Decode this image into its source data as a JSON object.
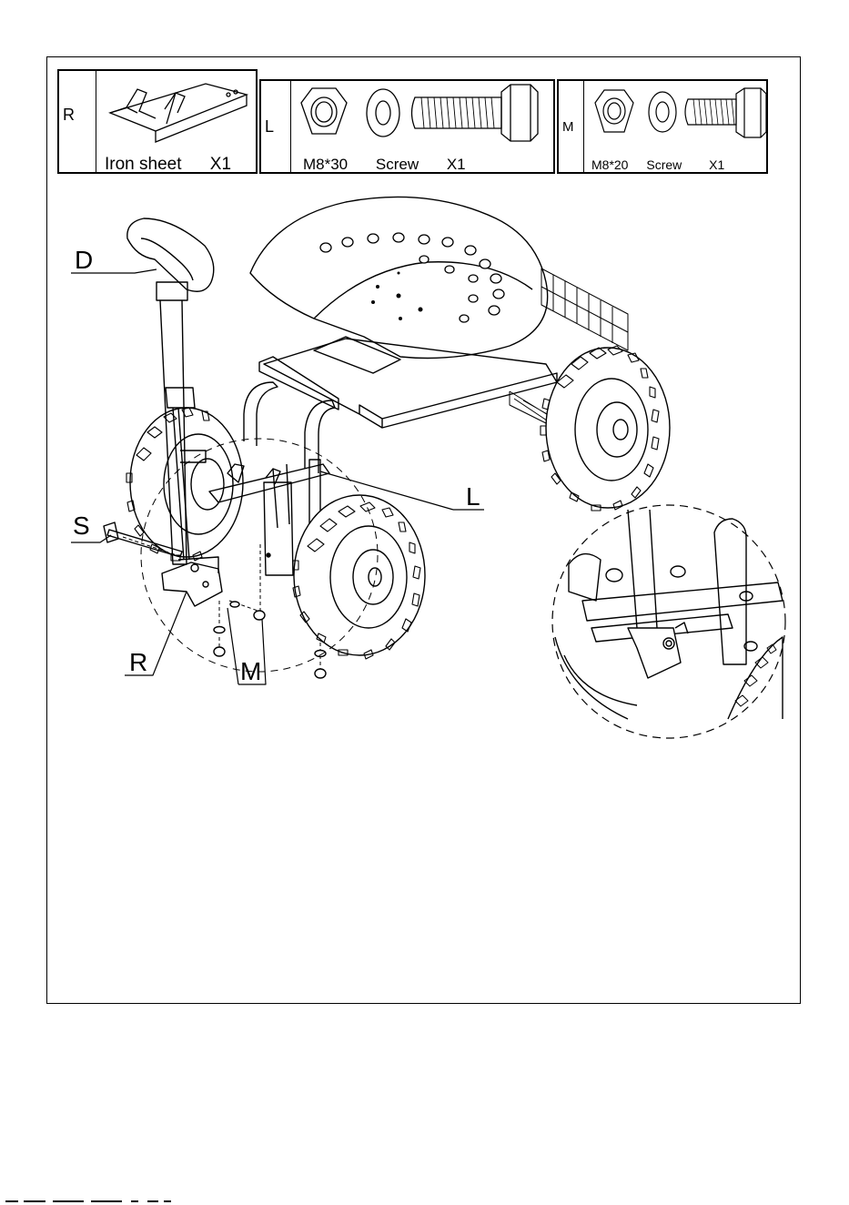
{
  "parts": [
    {
      "letter": "R",
      "name": "Iron sheet",
      "qty": "X1"
    },
    {
      "letter": "L",
      "size": "M8*30",
      "name": "Screw",
      "qty": "X1"
    },
    {
      "letter": "M",
      "size": "M8*20",
      "name": "Screw",
      "qty": "X1"
    }
  ],
  "callouts": {
    "d": "D",
    "l": "L",
    "s": "S",
    "r": "R",
    "m": "M"
  }
}
